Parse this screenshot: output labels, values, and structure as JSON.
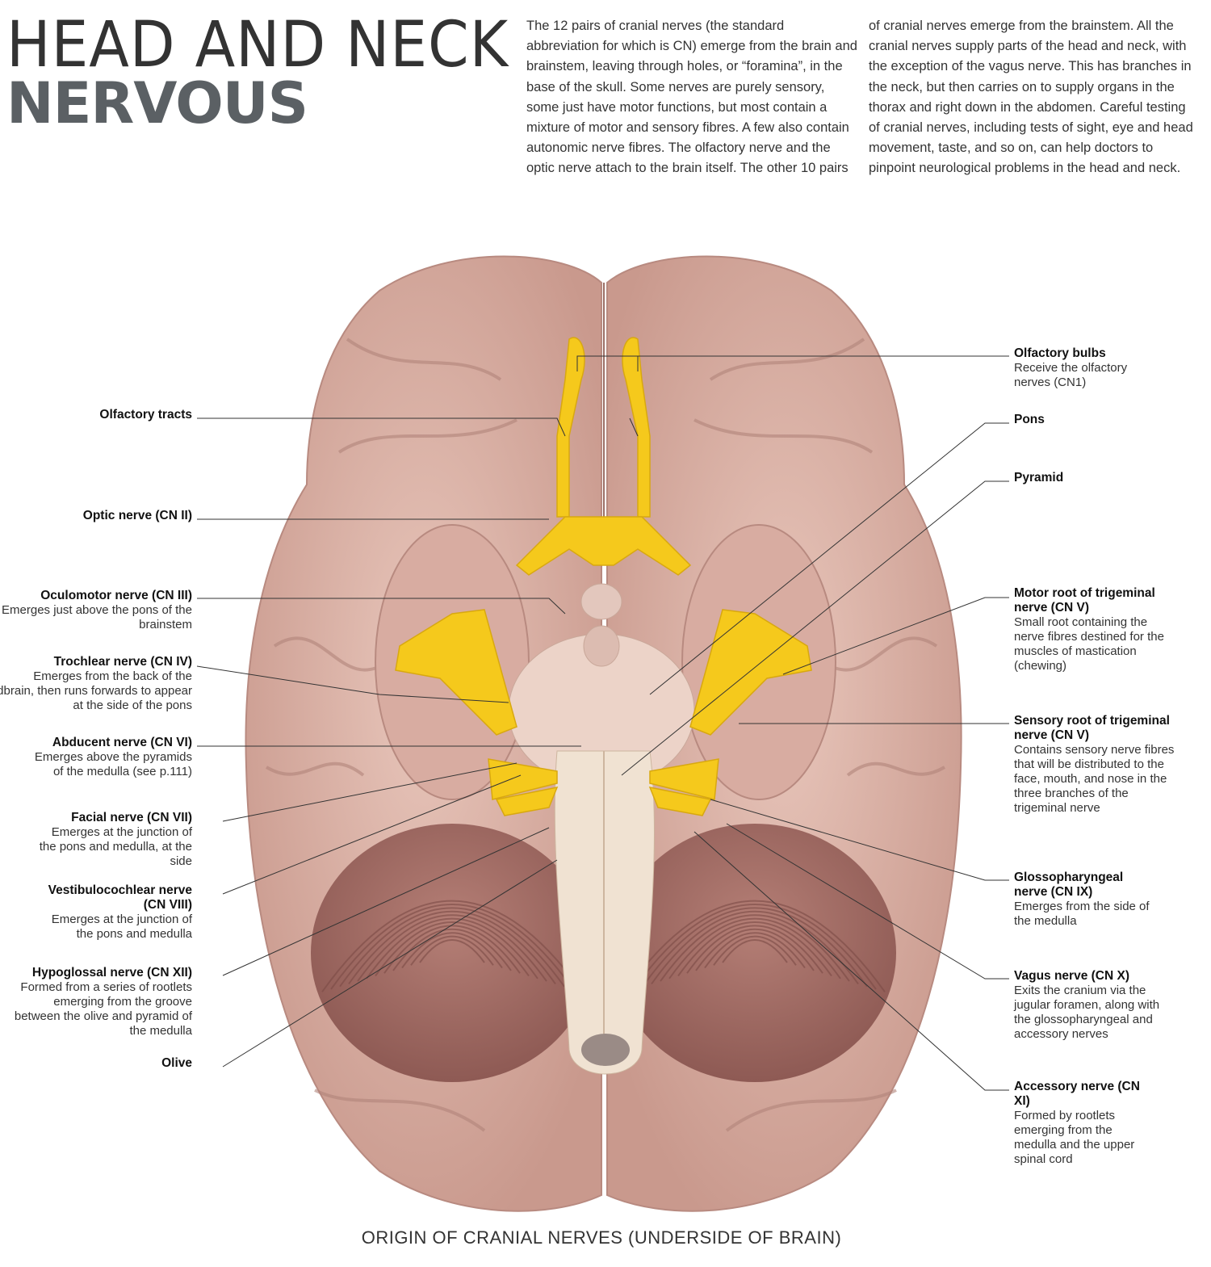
{
  "header": {
    "title_line1": "HEAD AND NECK",
    "title_line2": "NERVOUS"
  },
  "intro": {
    "column1": "The 12 pairs of cranial nerves (the standard abbreviation for which is CN) emerge from the brain and brainstem, leaving through holes, or “foramina”, in the base of the skull. Some nerves are purely sensory, some just have motor functions, but most contain a mixture of motor and sensory fibres. A few also contain autonomic nerve fibres. The olfactory nerve and the optic nerve attach to the brain itself. The other 10 pairs",
    "column2": "of cranial nerves emerge from the brainstem. All the cranial nerves supply parts of the head and neck, with the exception of the vagus nerve. This has branches in the neck, but then carries on to supply organs in the thorax and right down in the abdomen. Careful testing of cranial nerves, including tests of sight, eye and head movement, taste, and so on, can help doctors to pinpoint neurological problems in the head and neck."
  },
  "labels_left": [
    {
      "title": "Olfactory tracts",
      "desc": ""
    },
    {
      "title": "Optic nerve (CN II)",
      "desc": ""
    },
    {
      "title": "Oculomotor nerve (CN III)",
      "desc": "Emerges just above the pons of the brainstem"
    },
    {
      "title": "Trochlear nerve (CN IV)",
      "desc": "Emerges from the back of the midbrain, then runs forwards to appear at the side of the pons"
    },
    {
      "title": "Abducent nerve (CN VI)",
      "desc": "Emerges above the pyramids of the medulla (see p.111)"
    },
    {
      "title": "Facial nerve (CN VII)",
      "desc": "Emerges at the junction of the pons and medulla, at the side"
    },
    {
      "title": "Vestibulocochlear nerve (CN VIII)",
      "desc": "Emerges at the junction of the pons and medulla"
    },
    {
      "title": "Hypoglossal nerve (CN XII)",
      "desc": "Formed from a series of rootlets emerging from the groove between the olive and pyramid of the medulla"
    },
    {
      "title": "Olive",
      "desc": ""
    }
  ],
  "labels_right": [
    {
      "title": "Olfactory bulbs",
      "desc": "Receive the olfactory nerves (CN1)"
    },
    {
      "title": "Pons",
      "desc": ""
    },
    {
      "title": "Pyramid",
      "desc": ""
    },
    {
      "title": "Motor root of trigeminal nerve (CN V)",
      "desc": "Small root containing the nerve fibres destined for the muscles of mastication (chewing)"
    },
    {
      "title": "Sensory root of trigeminal nerve (CN V)",
      "desc": "Contains sensory nerve fibres that will be distributed to the face, mouth, and nose in the three branches of the trigeminal nerve"
    },
    {
      "title": "Glossopharyngeal nerve (CN IX)",
      "desc": "Emerges from the side of the medulla"
    },
    {
      "title": "Vagus nerve (CN X)",
      "desc": "Exits the cranium via the jugular foramen, along with the glossopharyngeal and accessory nerves"
    },
    {
      "title": "Accessory nerve (CN XI)",
      "desc": "Formed by rootlets emerging from the medulla and the upper spinal cord"
    }
  ],
  "caption": "ORIGIN OF CRANIAL NERVES (UNDERSIDE OF BRAIN)",
  "colors": {
    "brain": "#dcb3a8",
    "cerebellum": "#a9716a",
    "brainstem": "#f0e2d2",
    "nerve": "#f5c91c",
    "title_bold": "#5b6064"
  }
}
